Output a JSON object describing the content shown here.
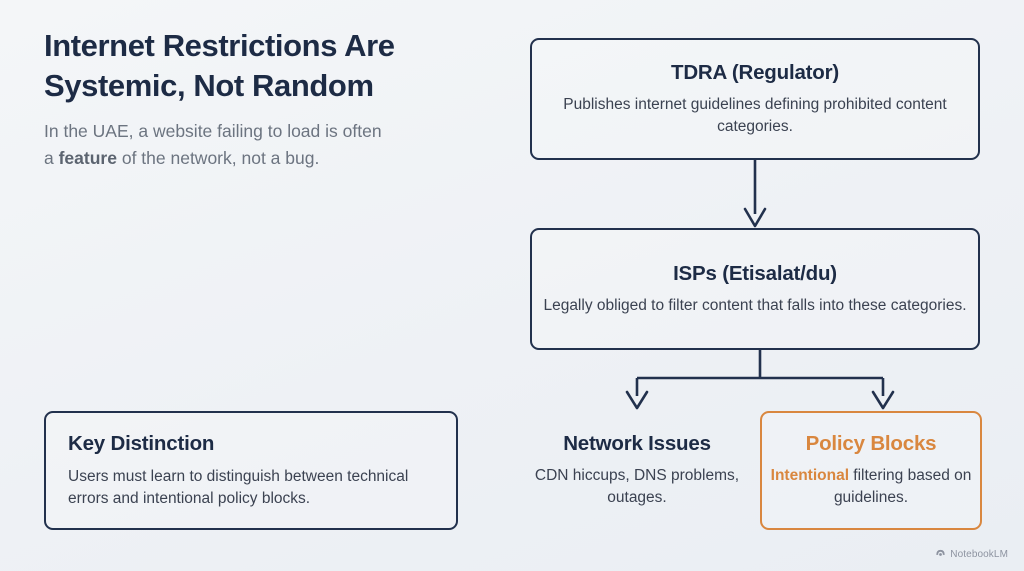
{
  "slide": {
    "headline": "Internet Restrictions Are Systemic, Not Random",
    "subhead_line1": "In the UAE, a website failing to load is often",
    "subhead_prefix": "a ",
    "subhead_bold": "feature",
    "subhead_suffix": " of the network, not a bug."
  },
  "flow": {
    "nodes": [
      {
        "id": "tdra",
        "title": "TDRA (Regulator)",
        "body": "Publishes internet guidelines defining prohibited content categories.",
        "accent": "#22314d"
      },
      {
        "id": "isps",
        "title": "ISPs (Etisalat/du)",
        "body": "Legally obliged to filter content that falls into these categories.",
        "accent": "#22314d"
      },
      {
        "id": "network-issues",
        "title": "Network Issues",
        "body": "CDN hiccups, DNS problems, outages.",
        "accent": "none"
      },
      {
        "id": "policy-blocks",
        "title": "Policy Blocks",
        "body_bold": "Intentional",
        "body_rest": " filtering based on guidelines.",
        "accent": "#d9873f"
      }
    ],
    "connectors": [
      {
        "id": "tdra-to-isps",
        "type": "arrow-down"
      },
      {
        "id": "isps-to-outcomes",
        "type": "split-arrows-down"
      }
    ]
  },
  "key_distinction": {
    "title": "Key Distinction",
    "body": "Users must learn to distinguish between technical errors and intentional policy blocks."
  },
  "watermark": {
    "label": "NotebookLM",
    "icon": "notebooklm-logo-icon"
  },
  "colors": {
    "navy": "#22314d",
    "heading": "#1d2b45",
    "orange": "#d9873f",
    "muted": "#6c7480",
    "body": "#3b4251",
    "background_from": "#f4f6f8",
    "background_to": "#eaeef3"
  }
}
